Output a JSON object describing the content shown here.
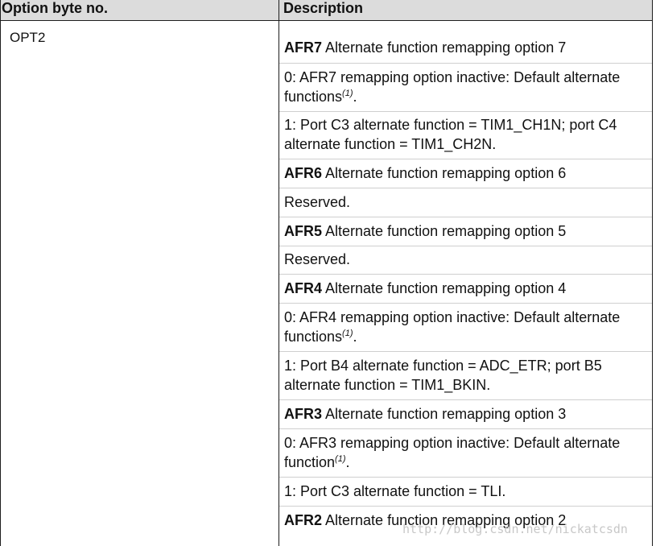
{
  "header": {
    "col1": "Option byte no.",
    "col2": "Description"
  },
  "option_byte": "OPT2",
  "rows": [
    {
      "field": "AFR7",
      "text": " Alternate function remapping option 7"
    },
    {
      "line1": "0: AFR7 remapping option inactive: Default alternate",
      "line2": "functions",
      "sup": "(1)",
      "tail": "."
    },
    {
      "line1": "1: Port C3 alternate function = TIM1_CH1N; port C4",
      "line2": "alternate function = TIM1_CH2N."
    },
    {
      "field": "AFR6",
      "text": " Alternate function remapping option 6"
    },
    {
      "text": "Reserved."
    },
    {
      "field": "AFR5",
      "text": " Alternate function remapping option 5"
    },
    {
      "text": "Reserved."
    },
    {
      "field": "AFR4",
      "text": " Alternate function remapping option 4"
    },
    {
      "line1": "0: AFR4 remapping option inactive: Default alternate",
      "line2": "functions",
      "sup": "(1)",
      "tail": "."
    },
    {
      "line1": "1: Port B4 alternate function = ADC_ETR; port B5",
      "line2": "alternate function = TIM1_BKIN."
    },
    {
      "field": "AFR3",
      "text": " Alternate function remapping option 3"
    },
    {
      "line1": "0: AFR3 remapping option inactive: Default alternate",
      "line2": "function",
      "sup": "(1)",
      "tail": "."
    },
    {
      "text": "1: Port C3 alternate function = TLI."
    },
    {
      "field": "AFR2",
      "text": " Alternate function remapping option 2"
    }
  ],
  "watermark": "http://blog.csdn.net/nickatcsdn"
}
